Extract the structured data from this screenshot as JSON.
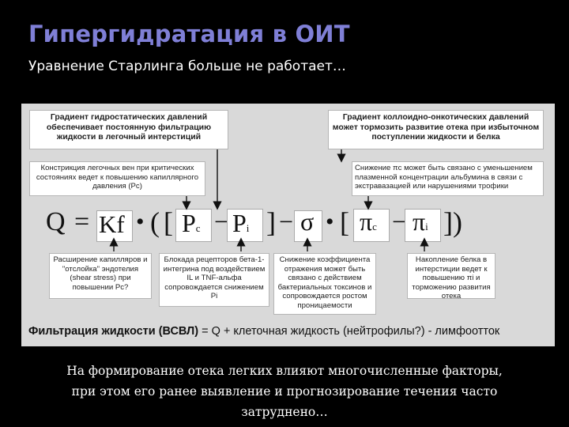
{
  "header": {
    "title": "Гипергидратация в ОИТ",
    "subtitle": "Уравнение Старлинга больше не работает…"
  },
  "diagram": {
    "top_left": "Градиент гидростатических давлений обеспечивает постоянную фильтрацию жидкости в легочный интерстиций",
    "top_right": "Градиент коллоидно-онкотических давлений может тормозить развитие отека при избыточном поступлении жидкости и белка",
    "mid_left": "Констрикция легочных вен при критических состояниях ведет к повышению капиллярного давления (Pс)",
    "mid_right": "Снижение πc может быть связано с уменьшением плазменной концентрации альбумина в связи с экстравазацией или нарушениями трофики",
    "bottom_1": "Расширение капилляров и \"отслойка\" эндотелия (shear stress) при повышении Pс?",
    "bottom_2": "Блокада рецепторов бета-1-интегрина под воздействием IL и TNF-альфа сопровождается снижением Pi",
    "bottom_3": "Снижение коэффициента отражения может быть связано с действием бактериальных токсинов и сопровождается ростом проницаемости",
    "bottom_4": "Накопление белка в интерстиции ведет к повышению πi и торможению развития отека",
    "equation": {
      "q": "Q",
      "eq": "=",
      "kf": "Kf",
      "dot": "•",
      "paren_open": "(",
      "bracket_open": "[",
      "pc": "P",
      "pc_sub": "c",
      "minus": "−",
      "pi": "P",
      "pi_sub": "i",
      "bracket_close": "]",
      "sigma": "σ",
      "pic": "π",
      "pic_sub": "c",
      "pii": "π",
      "pii_sub": "i",
      "paren_close": ")"
    },
    "filtration_label": "Фильтрация жидкости (ВСВЛ)",
    "filtration_rest": " = Q + клеточная жидкость (нейтрофилы?) - лимфоотток"
  },
  "footer": {
    "line1": "На формирование отека легких влияют многочисленные факторы,",
    "line2": "при этом его ранее выявление и прогнозирование течения часто",
    "line3": "затруднено…"
  }
}
